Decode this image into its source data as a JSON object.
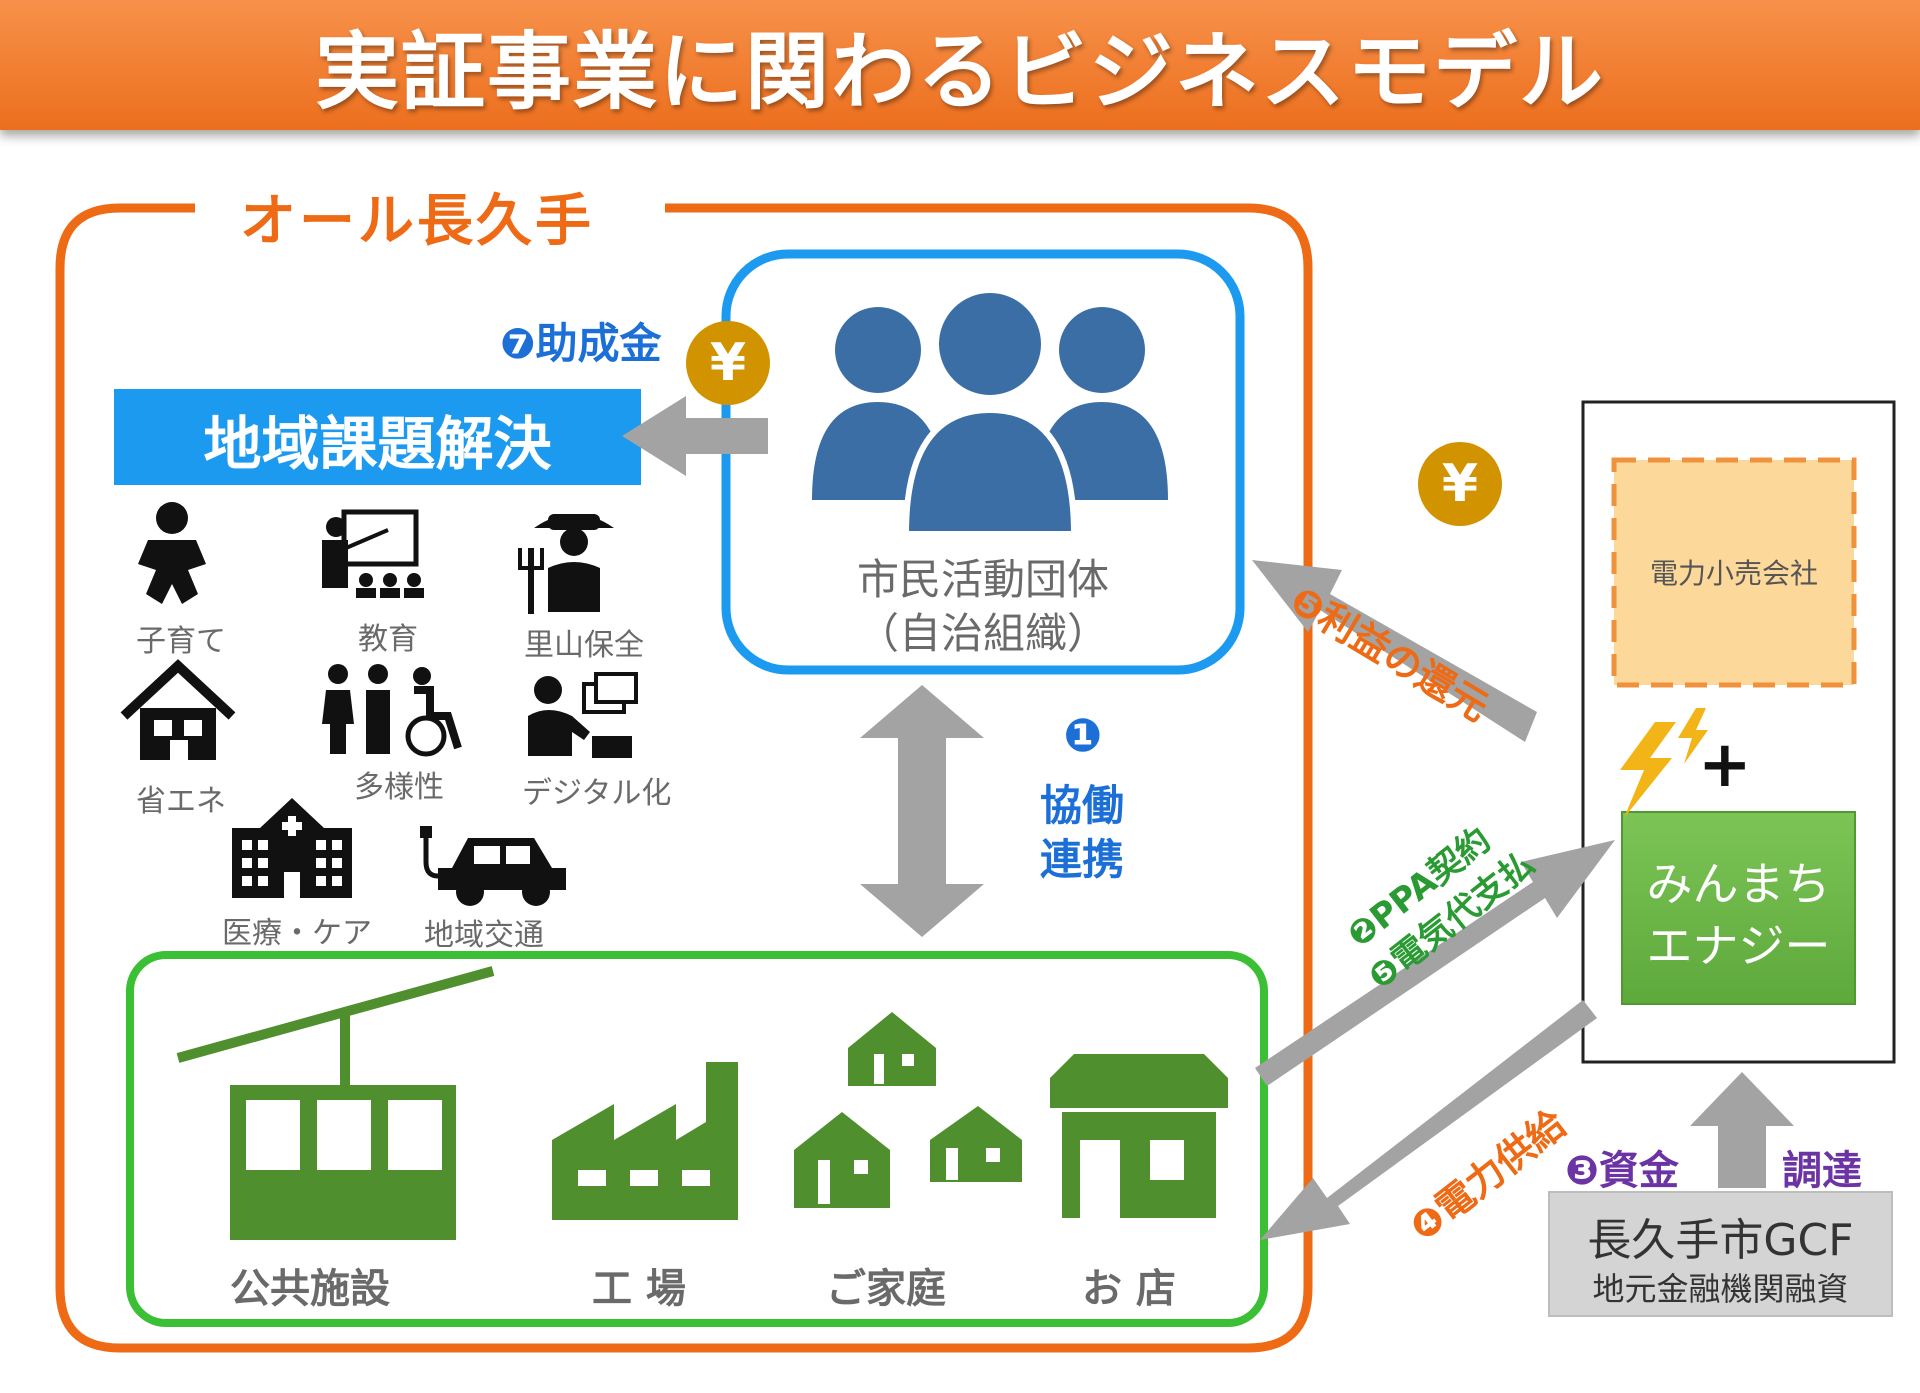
{
  "title": "実証事業に関わるビジネスモデル",
  "all_nagakute": "オール長久手",
  "subsidy": "❼助成金",
  "regional_issue": "地域課題解決",
  "issues": {
    "childcare": "子育て",
    "education": "教育",
    "satoyama": "里山保全",
    "energy_saving": "省エネ",
    "diversity": "多様性",
    "digital": "デジタル化",
    "medical": "医療・ケア",
    "transport": "地域交通"
  },
  "citizen_group": {
    "line1": "市民活動団体",
    "line2": "（自治組織）"
  },
  "collab": {
    "num": "❶",
    "line1": "協働",
    "line2": "連携"
  },
  "profit_return": "❺利益の還元",
  "ppa": {
    "line1": "❷PPA契約",
    "line2": "❺電気代支払"
  },
  "power_supply": "❹電力供給",
  "retailer": "電力小売会社",
  "minmachi": {
    "line1": "みんまち",
    "line2": "エナジー"
  },
  "plus": "+",
  "funding": {
    "label1": "❸資金",
    "label2": "調達"
  },
  "gcf": {
    "line1": "長久手市GCF",
    "line2": "地元金融機関融資"
  },
  "facilities": {
    "public": "公共施設",
    "factory": "工 場",
    "home": "ご家庭",
    "shop": "お 店"
  },
  "yen_symbol": "¥",
  "colors": {
    "orange": "#ee6a14",
    "green": "#2a9a33",
    "blue": "#1b9af0",
    "icon_blue": "#3a6ea5",
    "icon_green": "#4f8f2d",
    "gold": "#d29300",
    "arrow_gray": "#a3a3a3"
  }
}
